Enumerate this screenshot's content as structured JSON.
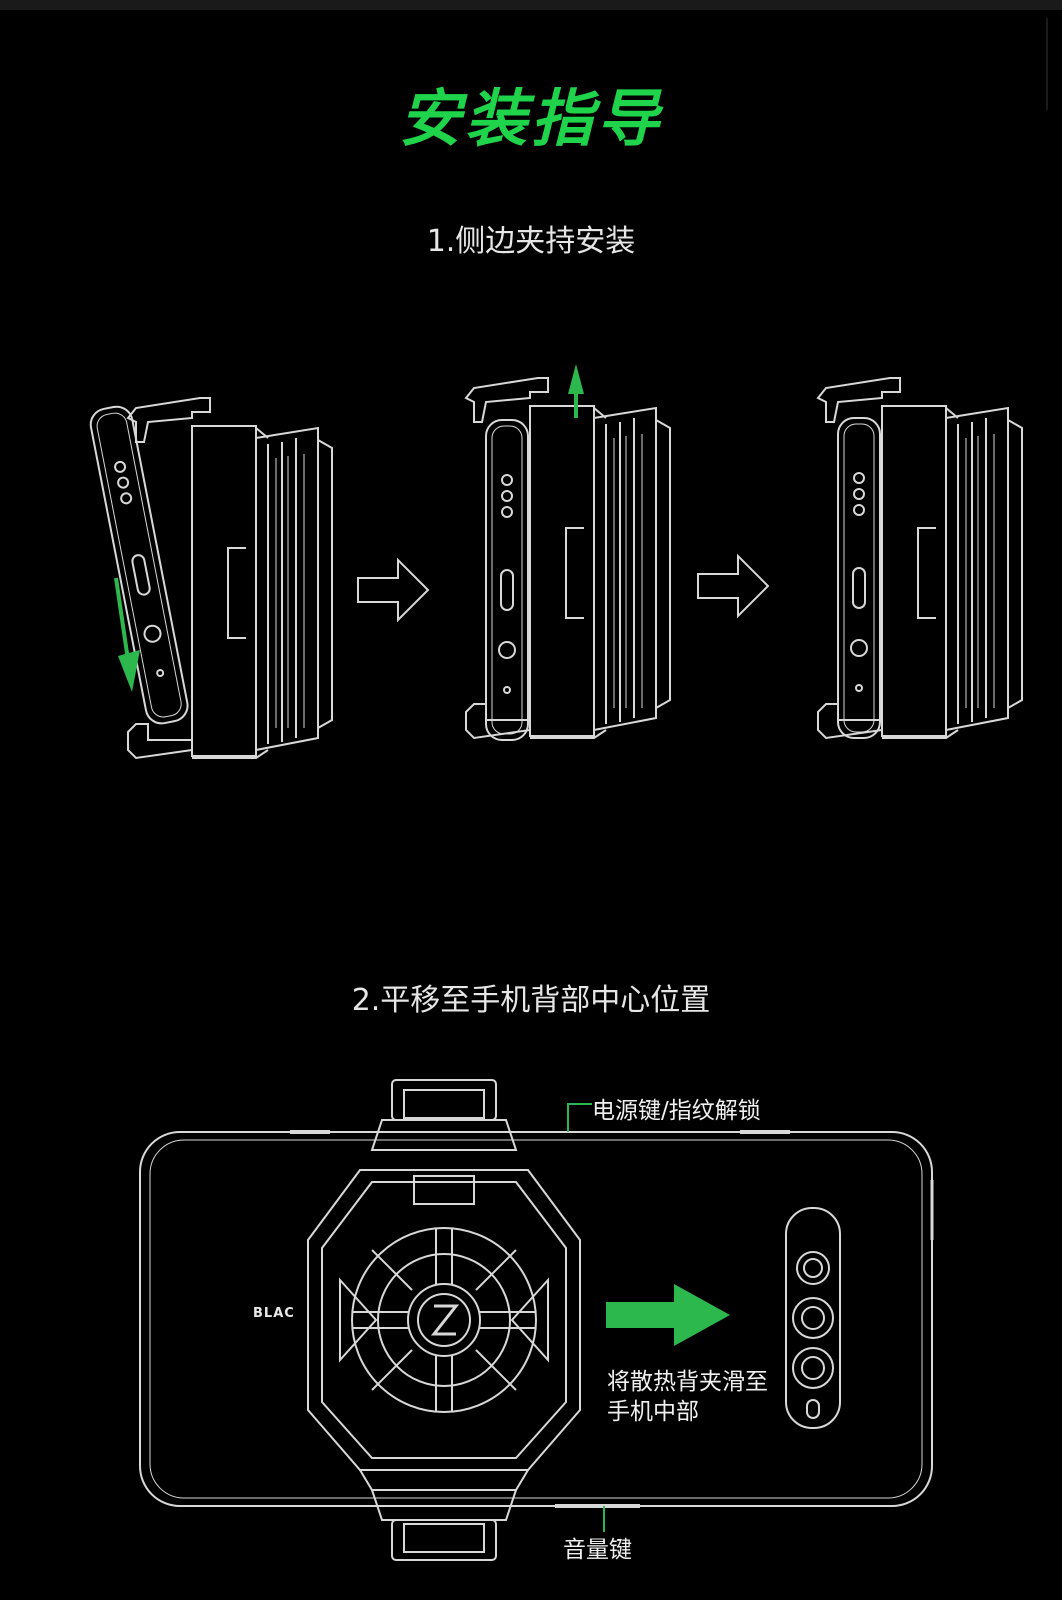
{
  "title": "安装指导",
  "step1": {
    "label": "1.侧边夹持安装"
  },
  "step2": {
    "label": "2.平移至手机背部中心位置"
  },
  "callouts": {
    "power": "电源键/指纹解锁",
    "volume": "音量键",
    "slide_line1": "将散热背夹滑至",
    "slide_line2": "手机中部"
  },
  "brand_text": "BLAC",
  "colors": {
    "accent": "#1fd44a",
    "arrow_green": "#2db84e",
    "line": "#d8d8d8",
    "background": "#000000"
  },
  "icons": [
    "arrow-down-green-icon",
    "arrow-up-green-icon",
    "arrow-right-outline-icon",
    "arrow-right-green-icon"
  ]
}
